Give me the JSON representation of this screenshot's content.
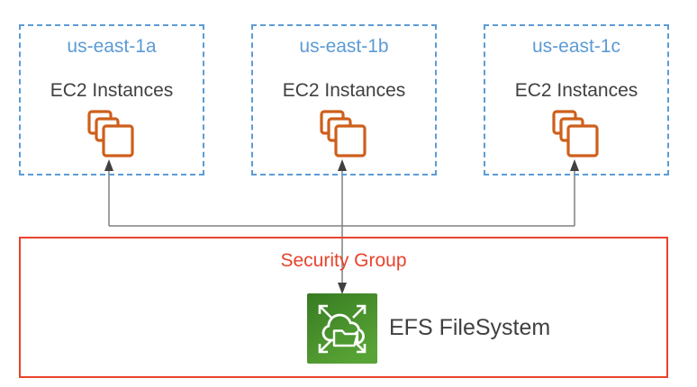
{
  "diagram": {
    "description": "AWS multi-AZ architecture: EC2 instances in three availability zones connected to an EFS FileSystem inside a Security Group"
  },
  "zones": [
    {
      "name": "us-east-1a",
      "resource_label": "EC2 Instances",
      "icon": "ec2-instances-icon"
    },
    {
      "name": "us-east-1b",
      "resource_label": "EC2 Instances",
      "icon": "ec2-instances-icon"
    },
    {
      "name": "us-east-1c",
      "resource_label": "EC2 Instances",
      "icon": "ec2-instances-icon"
    }
  ],
  "security_group": {
    "label": "Security Group"
  },
  "efs": {
    "label": "EFS FileSystem",
    "icon": "efs-filesystem-icon"
  },
  "connections": [
    {
      "from": "efs-filesystem",
      "to": "us-east-1a EC2 Instances",
      "direction": "up-arrow"
    },
    {
      "from": "efs-filesystem",
      "to": "us-east-1b EC2 Instances",
      "direction": "up-arrow"
    },
    {
      "from": "us-east-1b EC2 Instances",
      "to": "efs-filesystem",
      "direction": "down-arrow"
    },
    {
      "from": "efs-filesystem",
      "to": "us-east-1c EC2 Instances",
      "direction": "up-arrow"
    }
  ],
  "colors": {
    "az_border": "#5B9BD5",
    "zone_title": "#5B9BD5",
    "label_text": "#404040",
    "ec2_orange": "#CE5F1B",
    "security_red": "#E8432C",
    "efs_green_dark": "#377B22",
    "efs_green_light": "#58A335",
    "connector": "#808080",
    "arrowhead": "#404040",
    "background": "#FFFFFF"
  }
}
